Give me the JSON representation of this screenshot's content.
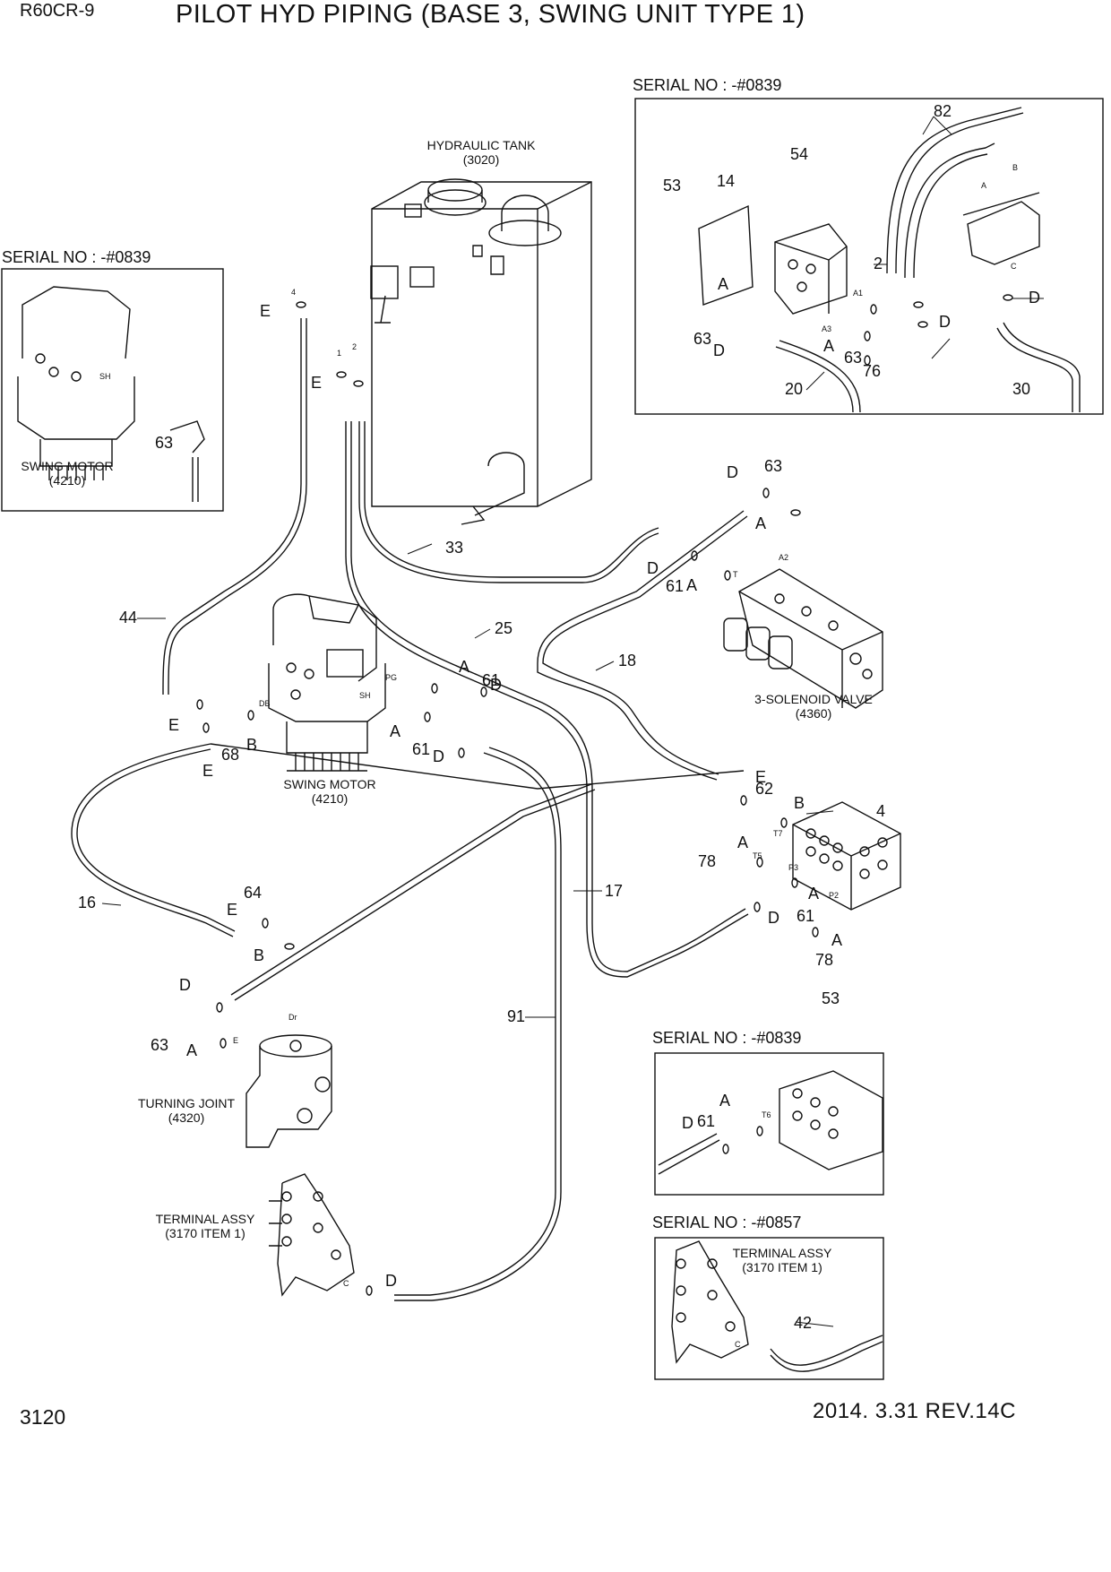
{
  "header": {
    "model": "R60CR-9",
    "title": "PILOT HYD PIPING (BASE 3, SWING UNIT TYPE 1)"
  },
  "footer": {
    "page_number": "3120",
    "revision": "2014. 3.31  REV.14C"
  },
  "insets": {
    "top_left": {
      "serial": "SERIAL NO : -#0839",
      "caption": [
        "SWING MOTOR",
        "(4210)"
      ],
      "part": "63"
    },
    "top_right": {
      "serial": "SERIAL NO : -#0839"
    },
    "mid_right": {
      "serial": "SERIAL NO : -#0839"
    },
    "bottom_right": {
      "serial": "SERIAL NO : -#0857",
      "caption": [
        "TERMINAL ASSY",
        "(3170 ITEM 1)"
      ],
      "part": "42"
    }
  },
  "components": {
    "hydraulic_tank": [
      "HYDRAULIC TANK",
      "(3020)"
    ],
    "swing_motor": [
      "SWING MOTOR",
      "(4210)"
    ],
    "solenoid_valve": [
      "3-SOLENOID VALVE",
      "(4360)"
    ],
    "turning_joint": [
      "TURNING JOINT",
      "(4320)"
    ],
    "terminal_assy": [
      "TERMINAL ASSY",
      "(3170 ITEM 1)"
    ]
  },
  "callouts": {
    "hoses": [
      "44",
      "33",
      "25",
      "18",
      "16",
      "17",
      "91",
      "20",
      "30",
      "82"
    ],
    "fittings": [
      "63",
      "61",
      "62",
      "64",
      "68",
      "76",
      "78",
      "53",
      "54",
      "14",
      "2",
      "4"
    ],
    "seal_letters": [
      "A",
      "B",
      "C",
      "D",
      "E"
    ],
    "port_labels": [
      "SH",
      "PG",
      "DB",
      "A1",
      "A2",
      "A3",
      "T",
      "T5",
      "T6",
      "T7",
      "P2",
      "P3",
      "Dr"
    ]
  },
  "colors": {
    "ink": "#111111",
    "paper": "#ffffff"
  }
}
